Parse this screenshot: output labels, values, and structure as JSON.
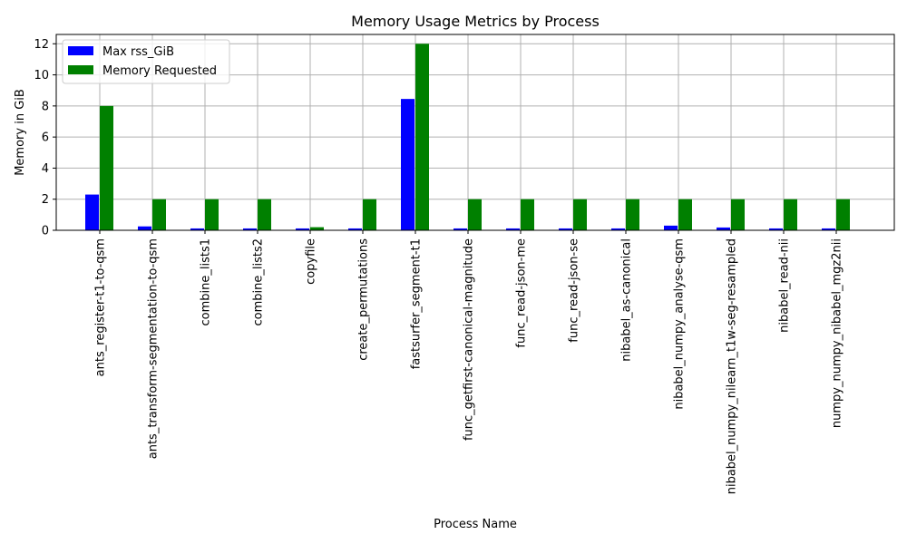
{
  "chart_data": {
    "type": "bar",
    "title": "Memory Usage Metrics by Process",
    "xlabel": "Process Name",
    "ylabel": "Memory in GiB",
    "ylim": [
      0,
      12.6
    ],
    "yticks": [
      0,
      2,
      4,
      6,
      8,
      10,
      12
    ],
    "grid": true,
    "legend_position": "top-left",
    "categories": [
      "ants_register-t1-to-qsm",
      "ants_transform-segmentation-to-qsm",
      "combine_lists1",
      "combine_lists2",
      "copyfile",
      "create_permutations",
      "fastsurfer_segment-t1",
      "func_getfirst-canonical-magnitude",
      "func_read-json-me",
      "func_read-json-se",
      "nibabel_as-canonical",
      "nibabel_numpy_analyse-qsm",
      "nibabel_numpy_nilearn_t1w-seg-resampled",
      "nibabel_read-nii",
      "numpy_numpy_nibabel_mgz2nii"
    ],
    "series": [
      {
        "name": "Max rss_GiB",
        "color": "#0000ff",
        "values": [
          2.3,
          0.25,
          0.12,
          0.12,
          0.12,
          0.12,
          8.45,
          0.12,
          0.12,
          0.12,
          0.12,
          0.3,
          0.18,
          0.12,
          0.12
        ]
      },
      {
        "name": "Memory Requested",
        "color": "#008000",
        "values": [
          8,
          2,
          2,
          2,
          0.2,
          2,
          12,
          2,
          2,
          2,
          2,
          2,
          2,
          2,
          2
        ]
      }
    ]
  }
}
